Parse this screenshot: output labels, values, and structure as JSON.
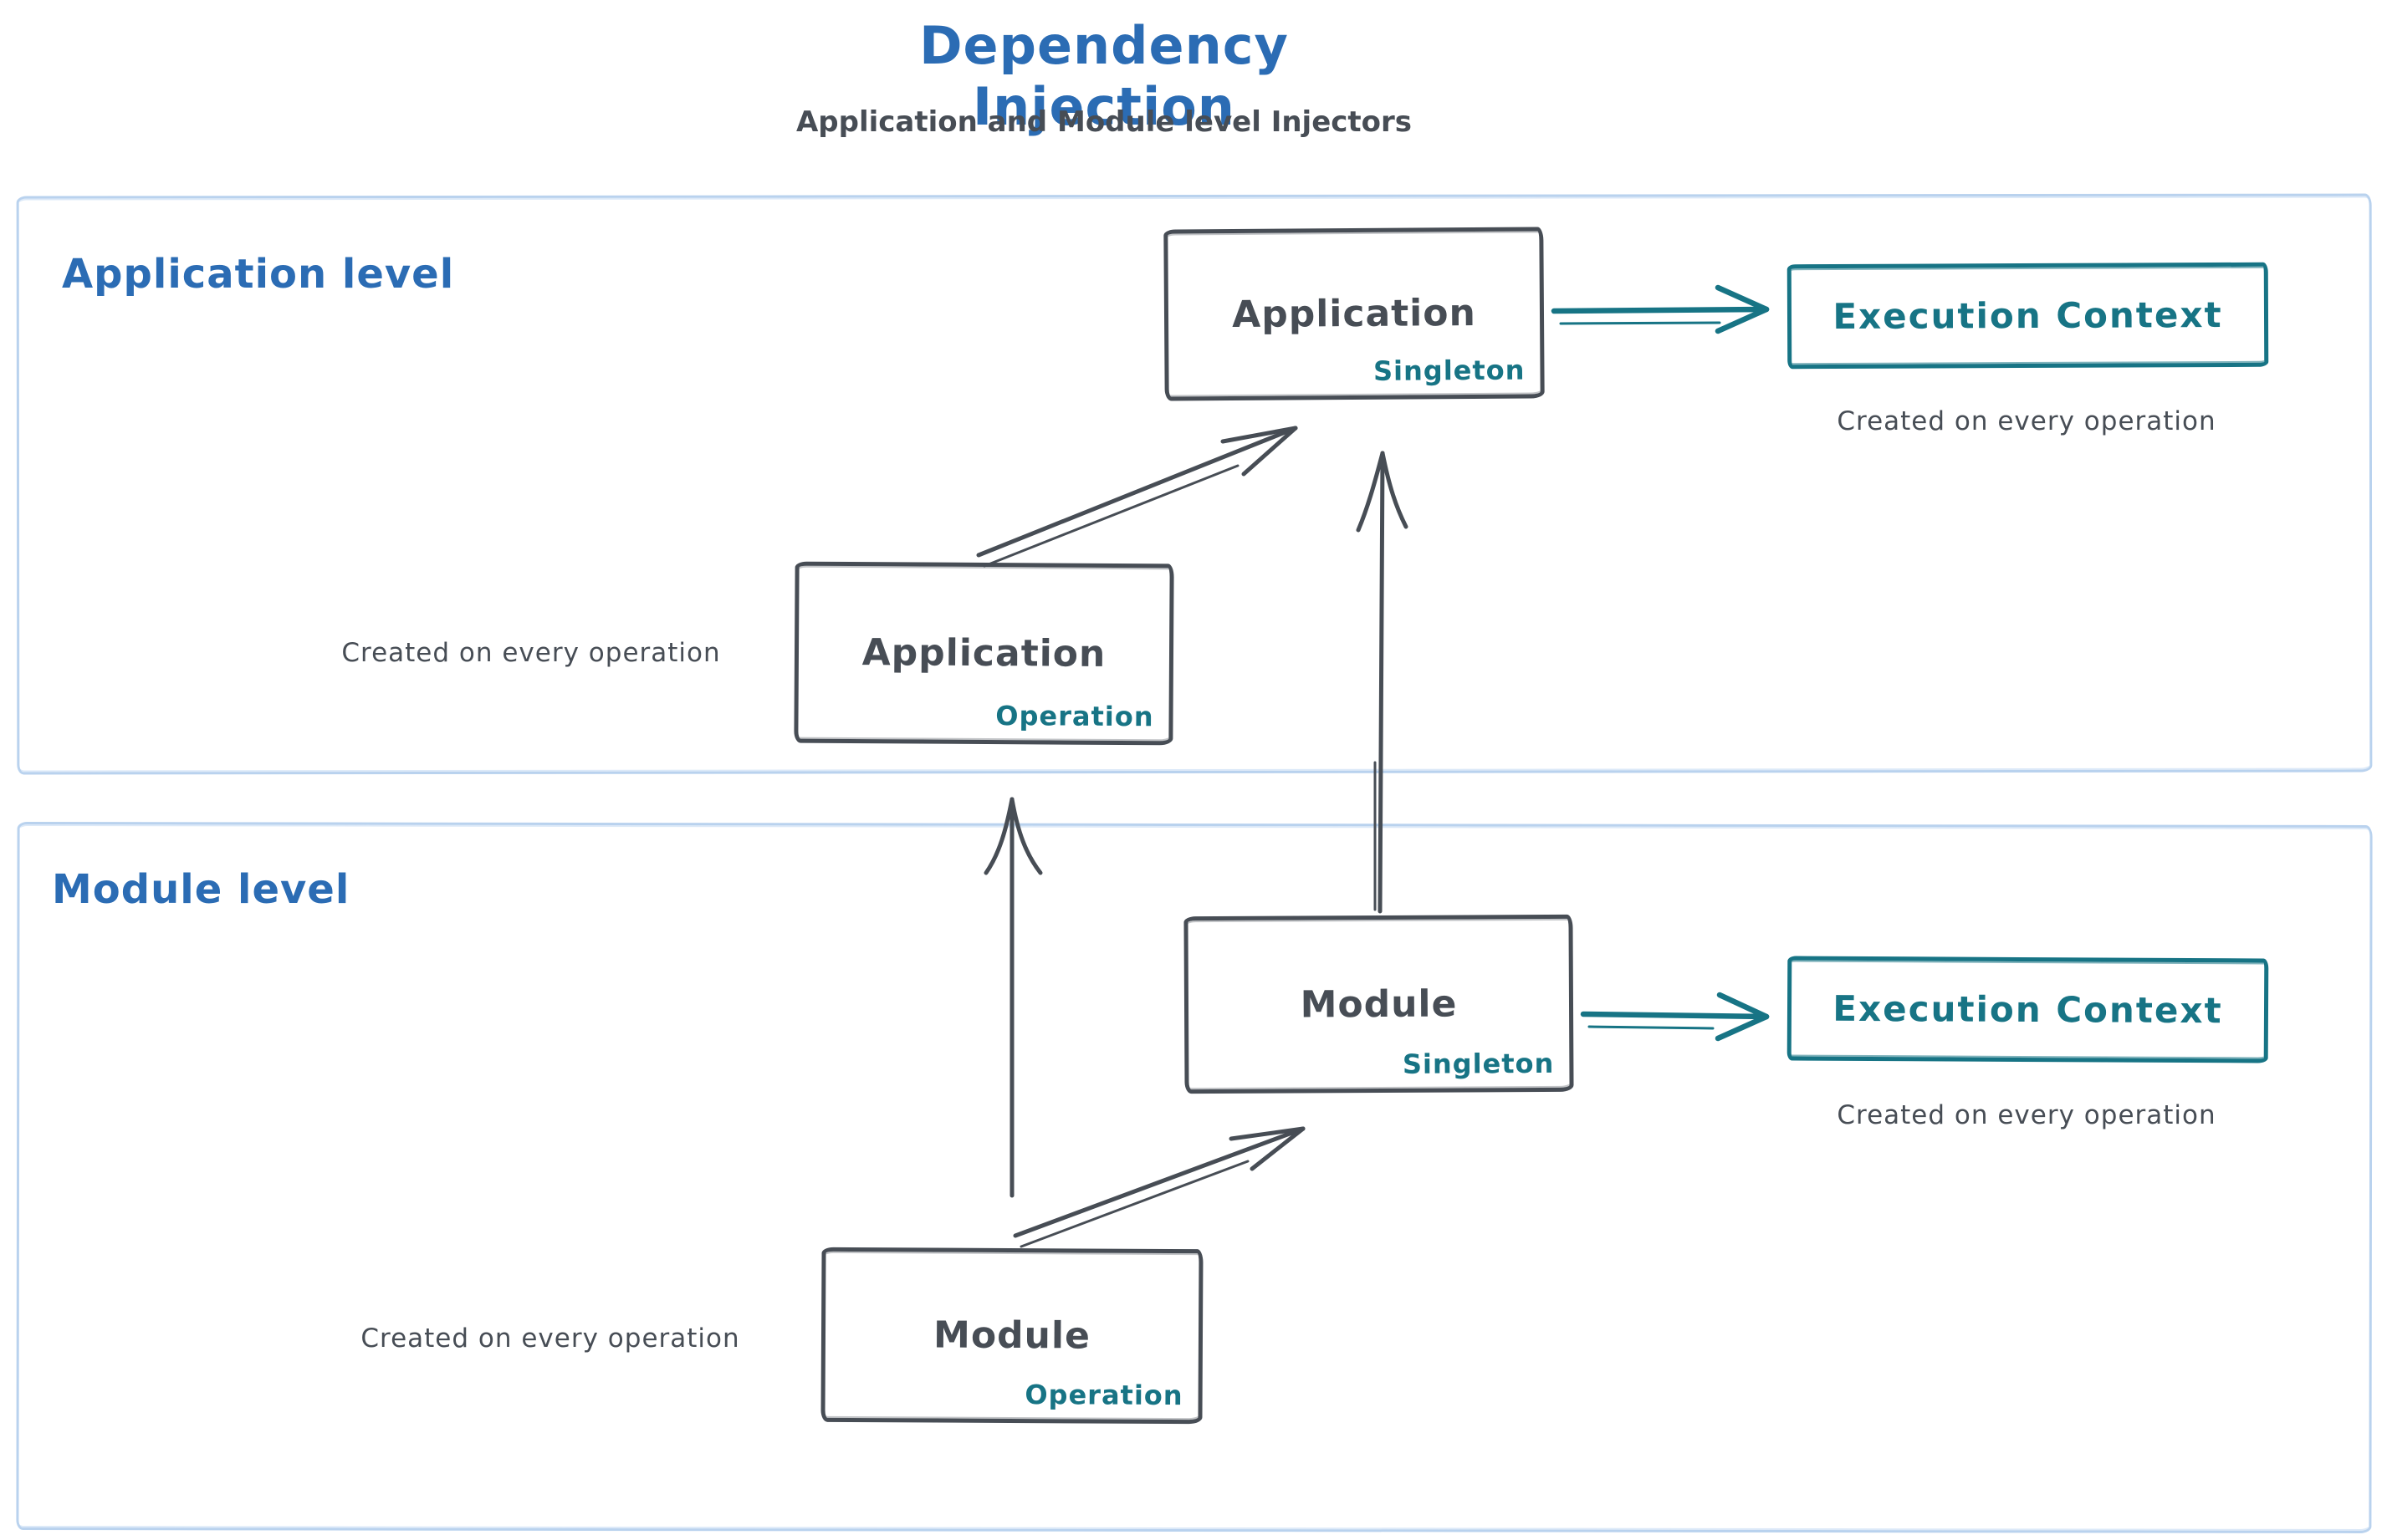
{
  "title": "Dependency Injection",
  "subtitle": "Application and Module level Injectors",
  "colors": {
    "blue": "#2b6cb4",
    "ink": "#474d55",
    "teal": "#177485",
    "section_border": "#b9d2ee"
  },
  "sections": {
    "application": {
      "label": "Application level",
      "singleton": {
        "title": "Application",
        "badge": "Singleton"
      },
      "operation": {
        "title": "Application",
        "badge": "Operation"
      },
      "operation_caption": "Created on every operation",
      "execution_context": {
        "label": "Execution Context",
        "caption": "Created on every operation"
      }
    },
    "module": {
      "label": "Module level",
      "singleton": {
        "title": "Module",
        "badge": "Singleton"
      },
      "operation": {
        "title": "Module",
        "badge": "Operation"
      },
      "operation_caption": "Created on every operation",
      "execution_context": {
        "label": "Execution Context",
        "caption": "Created on every operation"
      }
    }
  },
  "arrows": [
    {
      "name": "app-operation-to-app-singleton",
      "color": "ink"
    },
    {
      "name": "module-singleton-to-app-singleton",
      "color": "ink"
    },
    {
      "name": "module-operation-to-app-operation",
      "color": "ink"
    },
    {
      "name": "module-operation-to-module-singleton",
      "color": "ink"
    },
    {
      "name": "app-singleton-to-execution-context",
      "color": "teal"
    },
    {
      "name": "module-singleton-to-execution-context",
      "color": "teal"
    }
  ]
}
